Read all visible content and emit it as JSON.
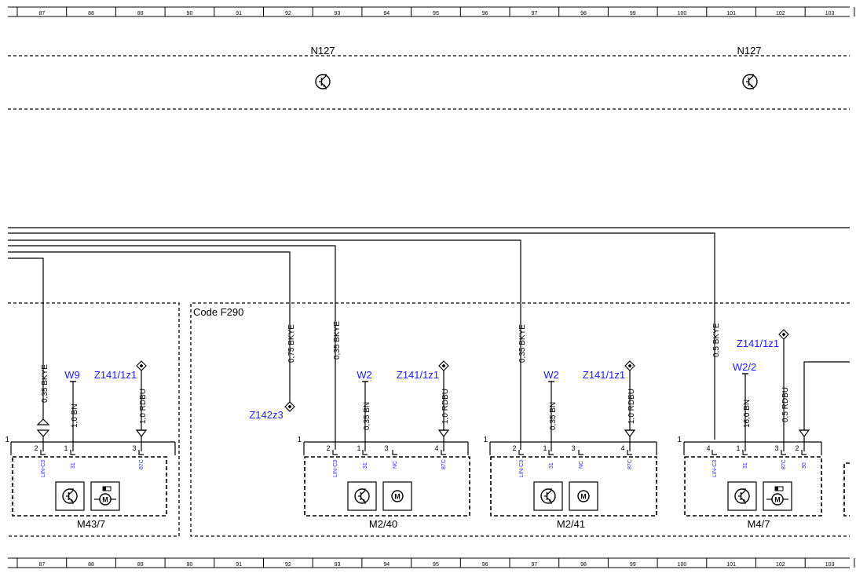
{
  "ruler": [
    "87",
    "88",
    "89",
    "90",
    "91",
    "92",
    "93",
    "94",
    "95",
    "96",
    "97",
    "98",
    "99",
    "100",
    "101",
    "102",
    "103"
  ],
  "colors": {
    "line": "#000000",
    "ref": "#1a1aff",
    "pin": "#1a1aff"
  },
  "top_unit": {
    "label_left": "N127",
    "label_right": "N127",
    "icon": "transistor-icon"
  },
  "code_label": "Code F290",
  "wires": {
    "m43_lin": "0,35 BKYE",
    "m43_gnd": "1,0 BN",
    "m43_pwr": "1,0 RDBU",
    "z142": "0,75 BKYE",
    "m240_lin": "0,35 BKYE",
    "m240_gnd": "0,35 BN",
    "m240_pwr": "1,0 RDBU",
    "m241_lin": "0,35 BKYE",
    "m241_gnd": "0,35 BN",
    "m241_pwr": "1,0 RDBU",
    "m47_lin": "0,5 BKYE",
    "m47_gnd": "16,0 BN",
    "m47_pwr": "0,5 RDBU"
  },
  "refs": {
    "w9": "W9",
    "z141_a": "Z141/1z1",
    "z142": "Z142z3",
    "w2_a": "W2",
    "z141_b": "Z141/1z1",
    "w2_b": "W2",
    "z141_c": "Z141/1z1",
    "w22": "W2/2",
    "z141_d": "Z141/1z1"
  },
  "components": [
    {
      "name": "M43/7",
      "connector": "1",
      "pins": [
        {
          "num": "2",
          "label": "LIN-C3"
        },
        {
          "num": "1",
          "label": "31"
        },
        {
          "num": "3",
          "label": "87C"
        }
      ]
    },
    {
      "name": "M2/40",
      "connector": "1",
      "pins": [
        {
          "num": "2",
          "label": "LIN-C3"
        },
        {
          "num": "1",
          "label": "31"
        },
        {
          "num": "3",
          "label": "NC"
        },
        {
          "num": "4",
          "label": "87C"
        }
      ]
    },
    {
      "name": "M2/41",
      "connector": "1",
      "pins": [
        {
          "num": "2",
          "label": "LIN-C3"
        },
        {
          "num": "1",
          "label": "31"
        },
        {
          "num": "3",
          "label": "NC"
        },
        {
          "num": "4",
          "label": "87C"
        }
      ]
    },
    {
      "name": "M4/7",
      "connector": "1",
      "pins": [
        {
          "num": "4",
          "label": "LIN-C3"
        },
        {
          "num": "1",
          "label": "31"
        },
        {
          "num": "3",
          "label": "87C"
        },
        {
          "num": "2",
          "label": "30"
        }
      ]
    }
  ]
}
